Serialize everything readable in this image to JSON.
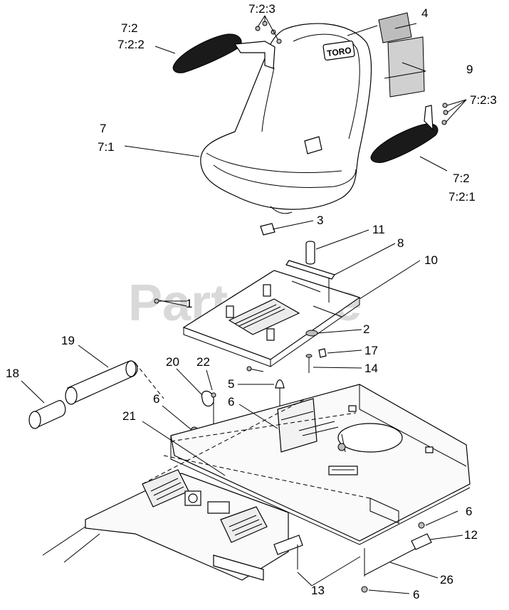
{
  "watermark": "PartsTree",
  "seat_logo": "TORO",
  "colors": {
    "line": "#000000",
    "watermark": "#d9d9d9",
    "background": "#ffffff"
  },
  "callouts": {
    "c1": "1",
    "c2": "2",
    "c3": "3",
    "c4": "4",
    "c5": "5",
    "c6a": "6",
    "c6b": "6",
    "c6c": "6",
    "c6d": "6",
    "c7": "7",
    "c7_1": "7:1",
    "c7_2_top": "7:2",
    "c7_2_2": "7:2:2",
    "c7_2_3_top": "7:2:3",
    "c7_2_3_right": "7:2:3",
    "c7_2_bot": "7:2",
    "c7_2_1": "7:2:1",
    "c8": "8",
    "c9": "9",
    "c10": "10",
    "c11": "11",
    "c12": "12",
    "c13": "13",
    "c14": "14",
    "c17": "17",
    "c18": "18",
    "c19": "19",
    "c20": "20",
    "c21": "21",
    "c22": "22",
    "c26": "26"
  }
}
